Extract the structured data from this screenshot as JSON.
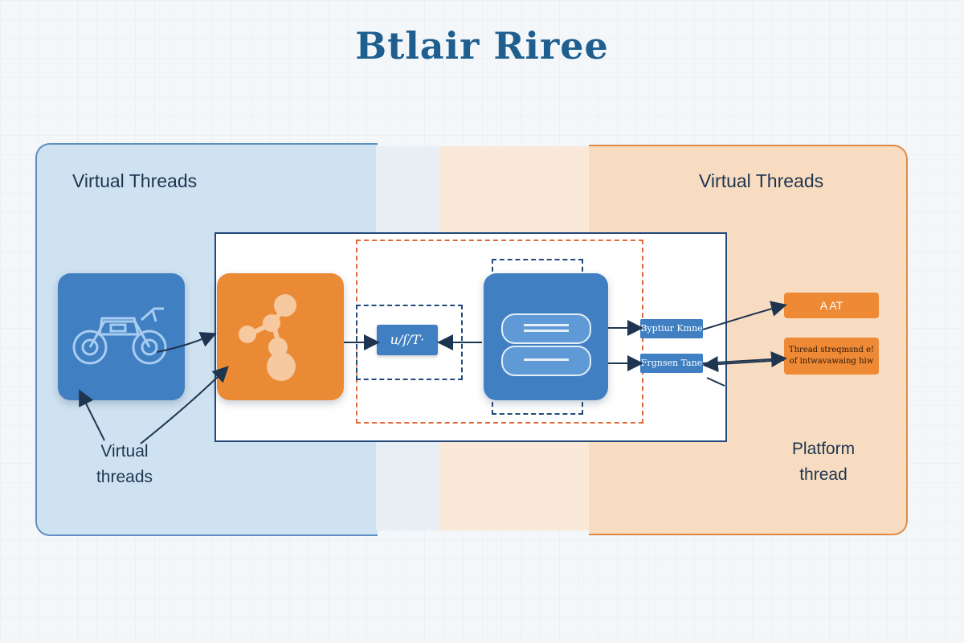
{
  "title": "Btlair Riree",
  "zones": {
    "left_label": "Virtual Threads",
    "right_label": "Virtual Threads"
  },
  "annotations": {
    "left_line1": "Virtual",
    "left_line2": "threads",
    "right_line1": "Platform",
    "right_line2": "thread"
  },
  "center_box_label": "u/ſ/T·",
  "tags": {
    "upper": "Byptiur Kmne",
    "lower": "Frgnsen Tane"
  },
  "outputs": {
    "upper": "A AT",
    "lower_line1": "Thread streqmsnd e!",
    "lower_line2": "of intwavawaing hiw"
  },
  "icons": [
    "motorcycle-icon",
    "molecule-icon",
    "stack-icon"
  ],
  "colors": {
    "blue": "#3f7fc2",
    "orange": "#eb8a35",
    "navy": "#22497a",
    "title": "#1f5f8f"
  }
}
